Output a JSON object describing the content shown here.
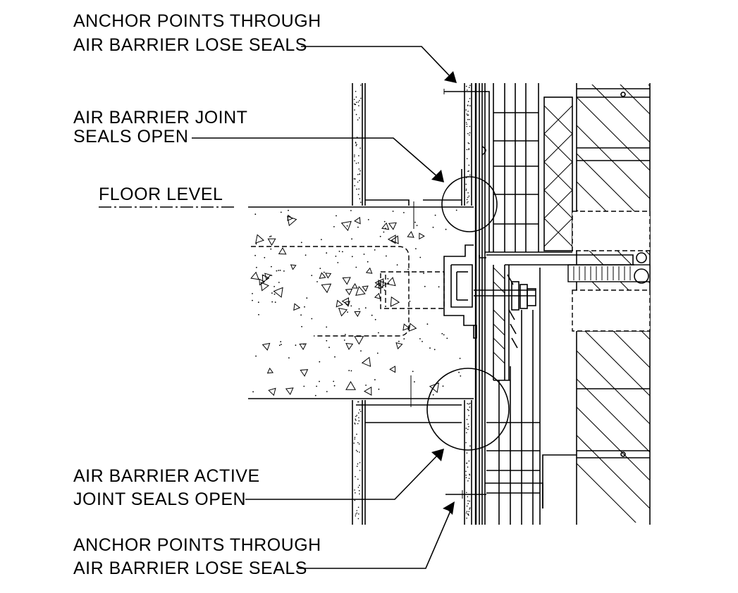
{
  "labels": {
    "anchor_top": [
      "ANCHOR POINTS THROUGH",
      "AIR BARRIER LOSE SEALS"
    ],
    "joint_seals": [
      "AIR BARRIER JOINT",
      "SEALS OPEN"
    ],
    "floor_level": "FLOOR LEVEL",
    "active_joint": [
      "AIR BARRIER ACTIVE",
      "JOINT SEALS OPEN"
    ],
    "anchor_bottom": [
      "ANCHOR POINTS THROUGH",
      "AIR BARRIER LOSE SEALS"
    ]
  },
  "colors": {
    "ink": "#000000",
    "paper": "#ffffff"
  }
}
